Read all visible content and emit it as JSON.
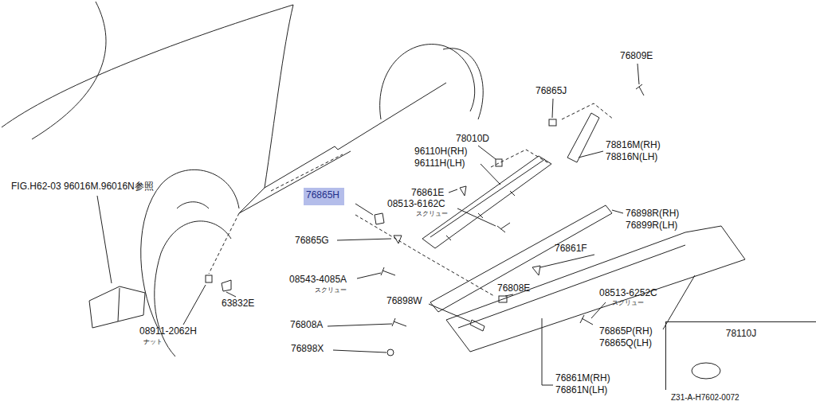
{
  "diagram": {
    "nodes": [
      {
        "text": [
          "76865H"
        ]
      },
      {
        "text": [
          "78110J"
        ]
      }
    ],
    "labels": [
      "FIG.H62-03 96016M.96016N参照",
      "96110H(RH)",
      "96111H(LH)",
      "78010D",
      "76865J",
      "76809E",
      "78816M(RH)",
      "78816N(LH)",
      "76861E",
      "08513-6162C",
      "スクリュー",
      "76865G",
      "76898R(RH)",
      "76899R(LH)",
      "76861F",
      "08543-4085A",
      "スクリュー",
      "76808E",
      "76898W",
      "08513-6252C",
      "スクリュー",
      "76808A",
      "76865P(RH)",
      "76865Q(LH)",
      "08911-2062H",
      "ナット",
      "63832E",
      "76898X",
      "76861M(RH)",
      "76861N(LH)",
      "Z31-A-H7602-0072"
    ]
  }
}
